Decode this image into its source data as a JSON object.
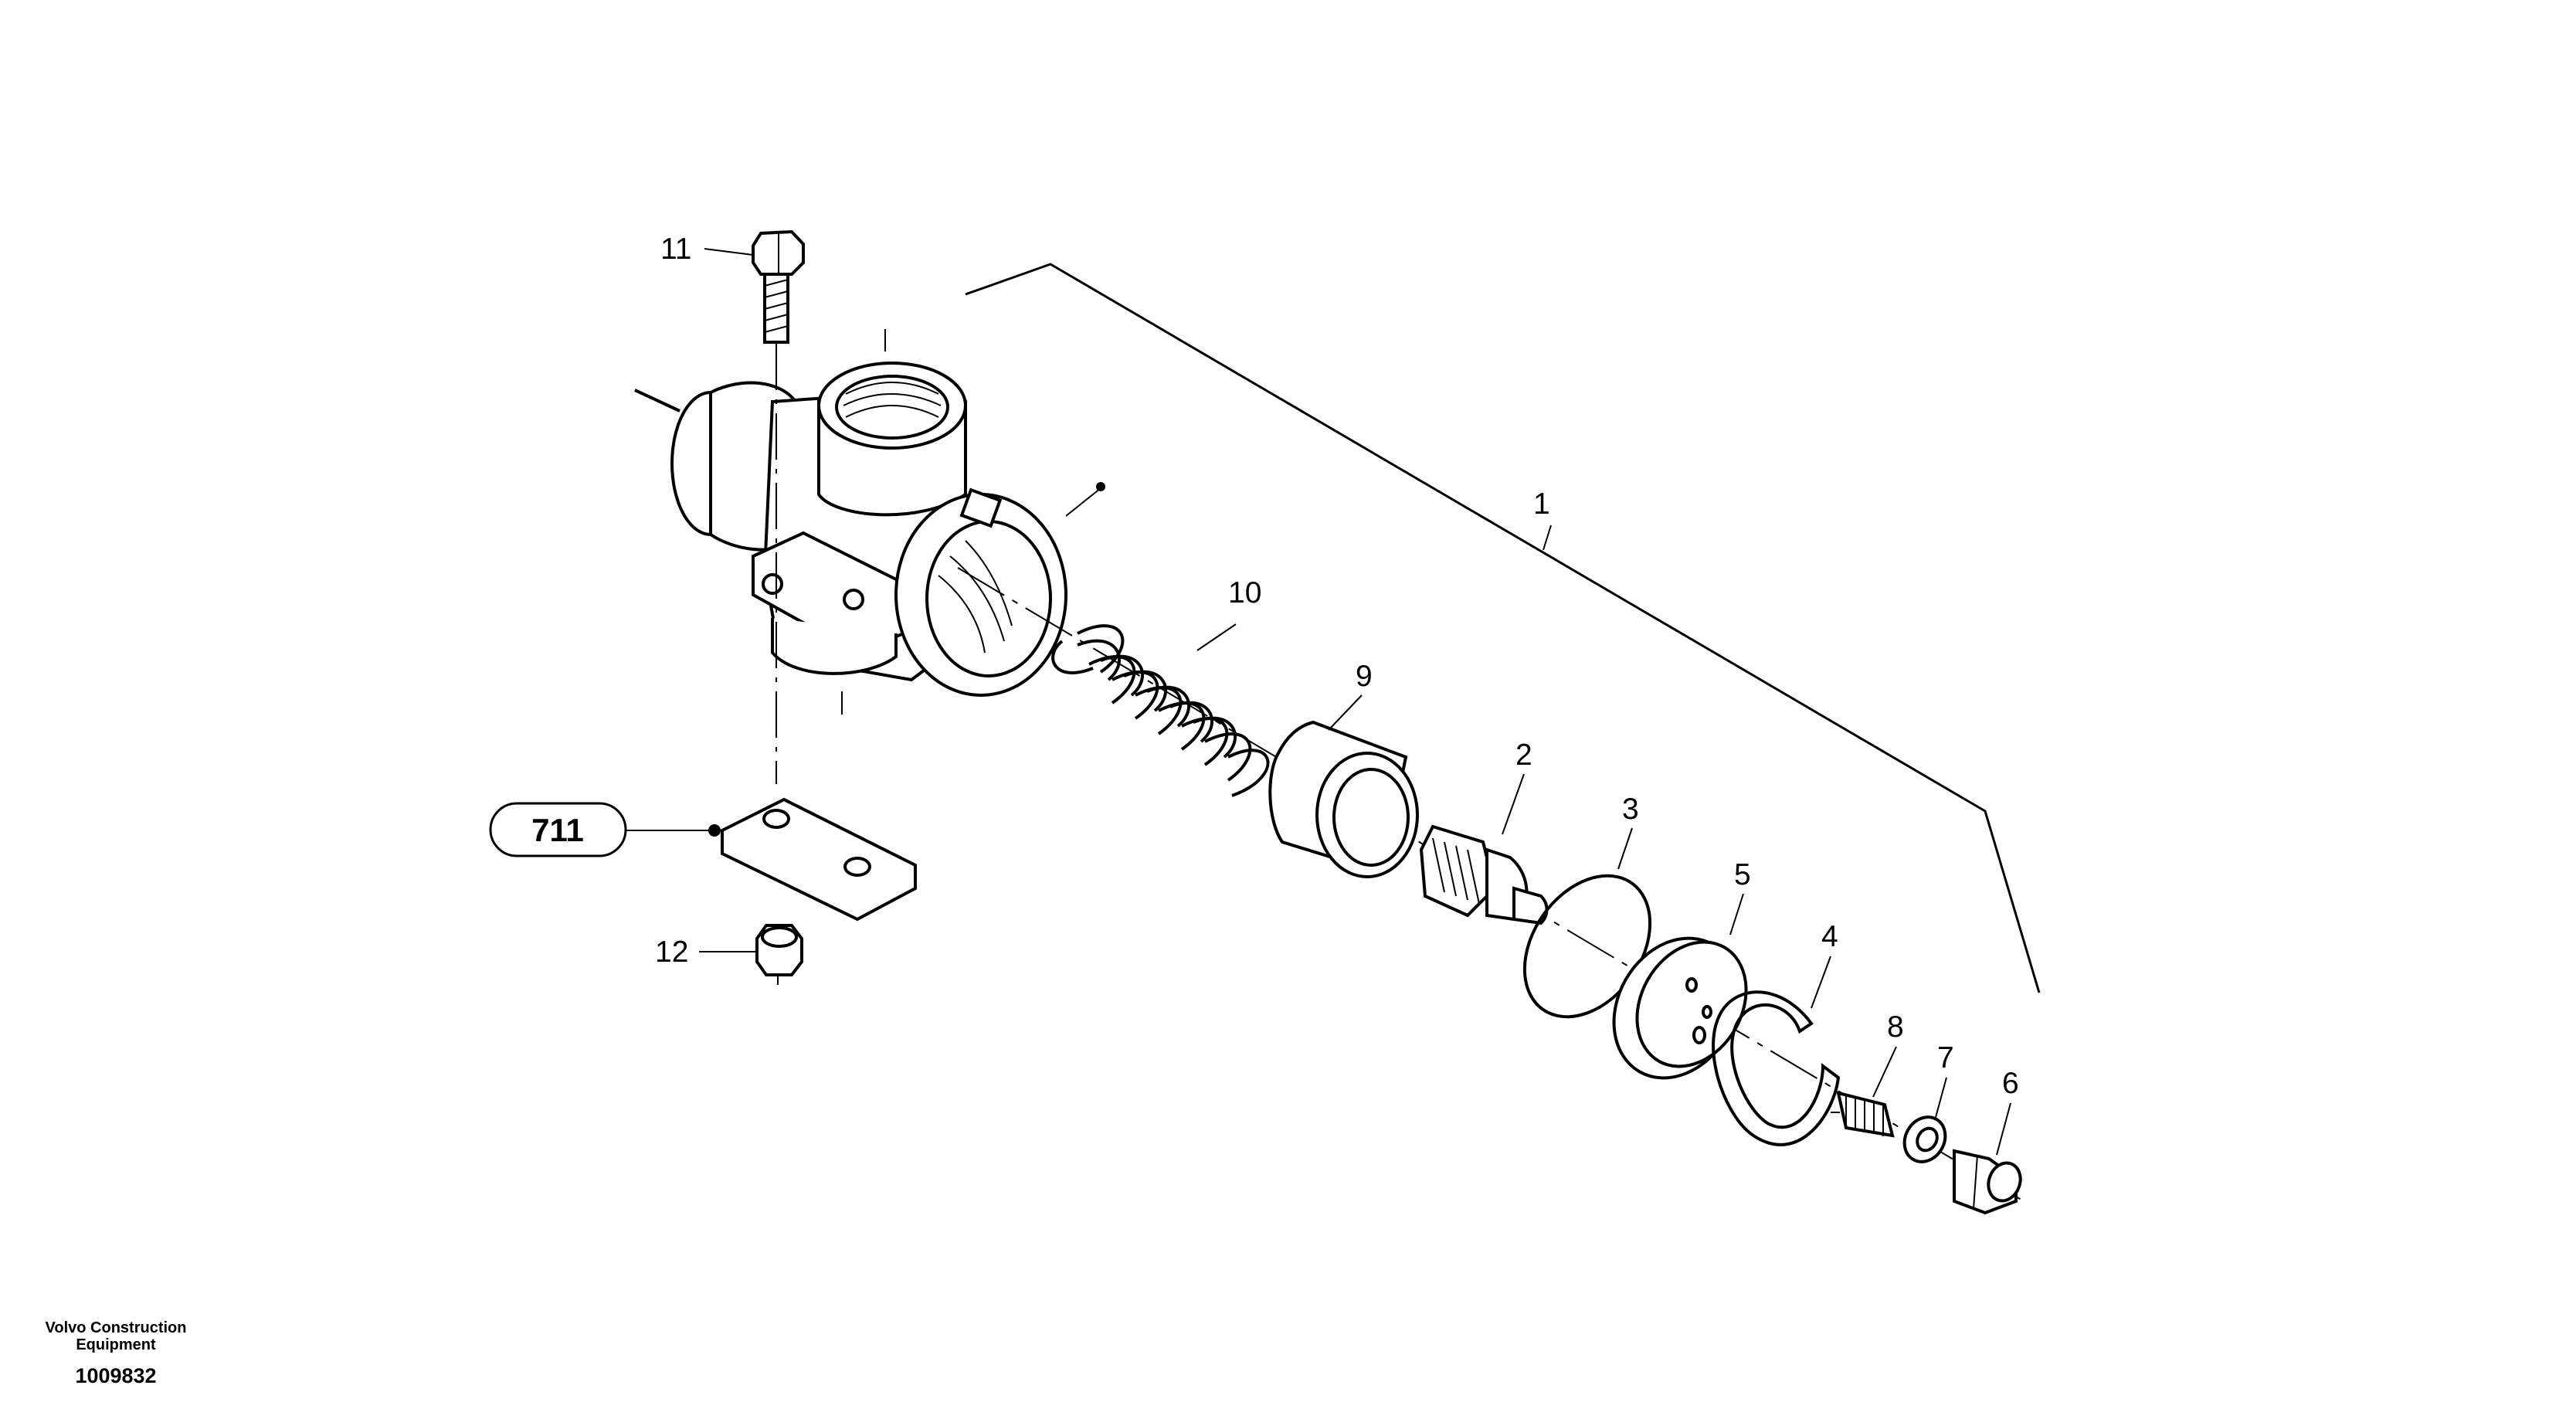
{
  "callouts": [
    "1",
    "2",
    "3",
    "4",
    "5",
    "6",
    "7",
    "8",
    "9",
    "10",
    "11",
    "12"
  ],
  "reference_box": "711",
  "footer": {
    "brand_line1": "Volvo Construction",
    "brand_line2": "Equipment",
    "drawing_number": "1009832"
  }
}
